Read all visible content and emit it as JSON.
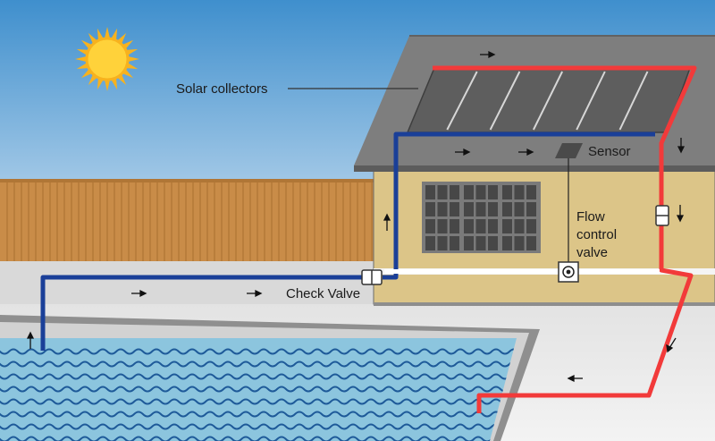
{
  "labels": {
    "solar_collectors": "Solar collectors",
    "sensor": "Sensor",
    "flow_control_valve": [
      "Flow",
      "control",
      "valve"
    ],
    "check_valve": "Check Valve"
  },
  "colors": {
    "sky_top": "#3f8fcd",
    "sky_bottom": "#c8def0",
    "hot_pipe": "#f23a3a",
    "cold_pipe": "#1a3f98",
    "house_wall": "#dcc588",
    "roof": "#7e7e7e",
    "collector": "#5f5f5f",
    "fence": "#c98c48",
    "pool_water": "#8cc5de",
    "wave": "#1e5a99",
    "sun": "#ffd23a"
  }
}
